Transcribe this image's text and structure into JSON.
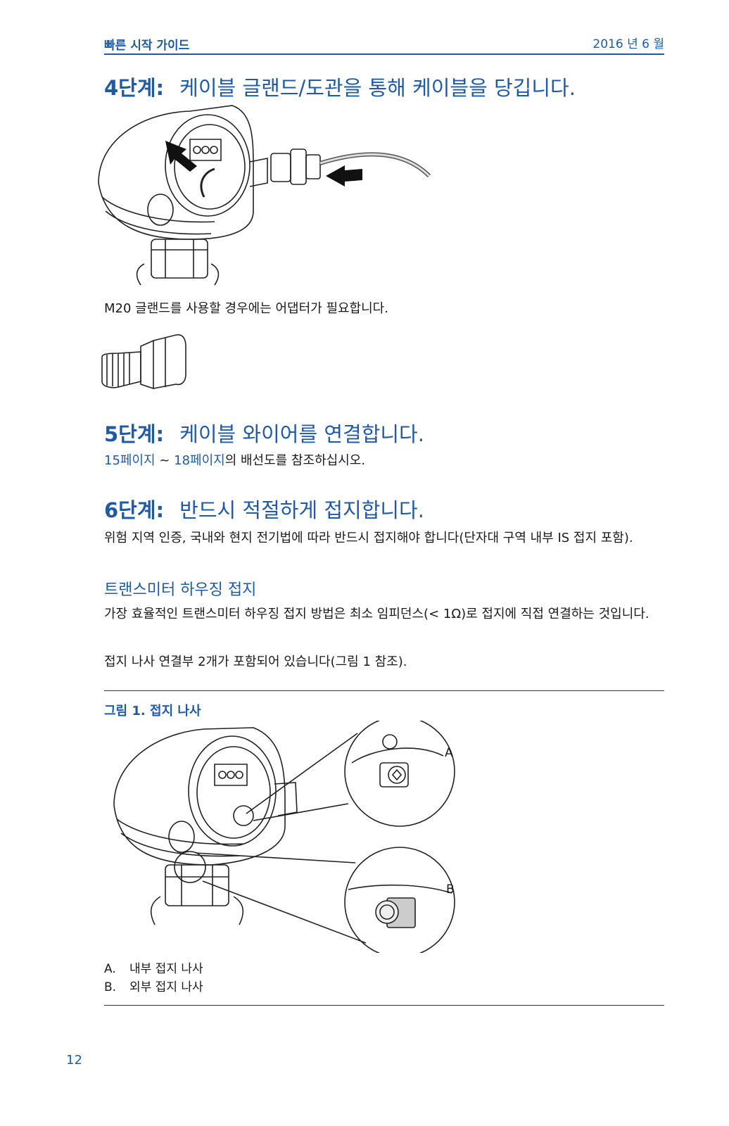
{
  "header": {
    "title": "빠른 시작 가이드",
    "date": "2016 년 6 월"
  },
  "step4": {
    "num": "4단계:",
    "title": "케이블 글랜드/도관을 통해 케이블을 당깁니다.",
    "note": "M20 글랜드를 사용할 경우에는 어댑터가 필요합니다."
  },
  "step5": {
    "num": "5단계:",
    "title": "케이블 와이어를 연결합니다.",
    "link1": "15페이지",
    "sep": " ~ ",
    "link2": "18페이지",
    "rest": "의 배선도를 참조하십시오."
  },
  "step6": {
    "num": "6단계:",
    "title": "반드시 적절하게 접지합니다.",
    "para1": "위험 지역 인증, 국내와 현지 전기법에 따라 반드시 접지해야 합니다(단자대 구역 내부 IS 접지 포함).",
    "subheading": "트랜스미터 하우징 접지",
    "para2": "가장 효율적인 트랜스미터 하우징 접지 방법은 최소 임피던스(< 1Ω)로 접지에 직접 연결하는 것입니다.",
    "para3": "접지 나사 연결부 2개가 포함되어 있습니다(그림 1 참조)."
  },
  "figure": {
    "caption": "그림 1.  접지 나사",
    "callout_a": "A",
    "callout_b": "B",
    "legend": [
      {
        "key": "A.",
        "text": "내부 접지 나사"
      },
      {
        "key": "B.",
        "text": "외부 접지 나사"
      }
    ]
  },
  "page_number": "12"
}
